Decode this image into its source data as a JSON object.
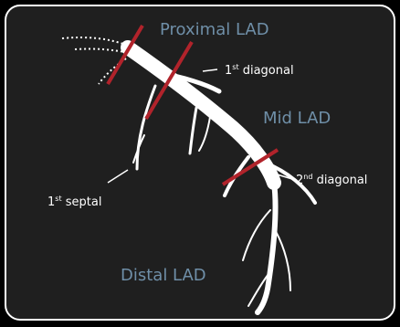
{
  "diagram": {
    "colors": {
      "background": "#000000",
      "panel": "#1f1f1f",
      "panel_border": "#ffffff",
      "vessel": "#ffffff",
      "segment_marker": "#b1232b",
      "segment_label": "#6f8fa8",
      "branch_label": "#ffffff"
    },
    "segment_labels": {
      "proximal": "Proximal LAD",
      "mid": "Mid LAD",
      "distal": "Distal LAD"
    },
    "branch_labels": {
      "first_diagonal": {
        "prefix": "1",
        "sup": "st",
        "suffix": " diagonal"
      },
      "second_diagonal": {
        "prefix": "2",
        "sup": "nd",
        "suffix": " diagonal"
      },
      "first_septal": {
        "prefix": "1",
        "sup": "st",
        "suffix": " septal"
      }
    }
  }
}
